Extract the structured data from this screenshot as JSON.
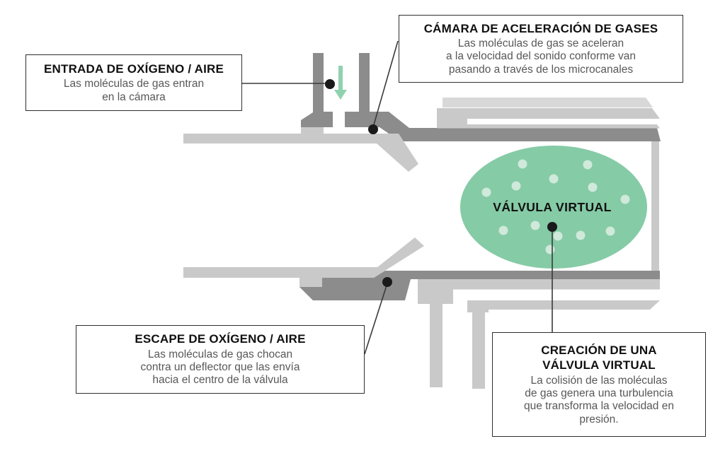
{
  "labels": {
    "entrada": {
      "title": "ENTRADA DE OXÍGENO / AIRE",
      "body": "Las moléculas de gas entran\nen la cámara"
    },
    "camara": {
      "title": "CÁMARA DE ACELERACIÓN DE GASES",
      "body": "Las moléculas de gas se aceleran\na la velocidad del sonido conforme van\npasando a través de los microcanales"
    },
    "escape": {
      "title": "ESCAPE DE OXÍGENO / AIRE",
      "body": "Las moléculas de gas chocan\ncontra un deflector que las envía\nhacia el centro de la válvula"
    },
    "creacion": {
      "title": "CREACIÓN DE UNA\nVÁLVULA VIRTUAL",
      "body": "La colisión de las moléculas\nde gas genera una turbulencia\nque transforma la velocidad en\npresión."
    }
  },
  "valve": {
    "label": "VÁLVULA VIRTUAL"
  },
  "colors": {
    "pipe_dark": "#8c8c8c",
    "pipe_light": "#c9c9c9",
    "pipe_lighter": "#d8d8d8",
    "valve_green": "#85cba6",
    "molecule_green": "#cfe9da",
    "arrow_green": "#90d2af",
    "callout_line": "#3a3a3a",
    "callout_dot": "#1a1a1a",
    "box_border": "#2e2e2e",
    "title_text": "#101010",
    "body_text": "#58585a"
  }
}
